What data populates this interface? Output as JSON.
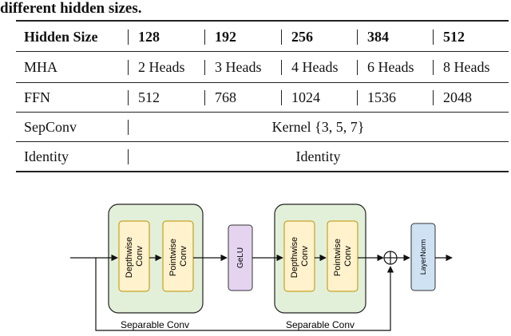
{
  "caption": "different hidden sizes.",
  "table": {
    "header": [
      "Hidden Size",
      "128",
      "192",
      "256",
      "384",
      "512"
    ],
    "rows": [
      {
        "op": "MHA",
        "values": [
          "2 Heads",
          "3 Heads",
          "4 Heads",
          "6 Heads",
          "8 Heads"
        ]
      },
      {
        "op": "FFN",
        "values": [
          "512",
          "768",
          "1024",
          "1536",
          "2048"
        ]
      },
      {
        "op": "SepConv",
        "span": "Kernel {3, 5, 7}"
      },
      {
        "op": "Identity",
        "span": "Identity"
      }
    ]
  },
  "diagram": {
    "blocks": [
      {
        "inner": [
          [
            "Depthwise",
            "Conv"
          ],
          [
            "Pointwise",
            "Conv"
          ]
        ],
        "label": "Separable Conv"
      },
      {
        "inner": [
          [
            "Depthwise",
            "Conv"
          ],
          [
            "Pointwise",
            "Conv"
          ]
        ],
        "label": "Separable Conv"
      }
    ],
    "gelu": "GeLU",
    "layernorm": "LayerNorm",
    "colors": {
      "block_fill": "#e2f0d9",
      "conv_fill": "#fff2cc",
      "conv_stroke": "#bf9000",
      "gelu_fill": "#e4d4f0",
      "layernorm_fill": "#cfe2f3"
    }
  }
}
